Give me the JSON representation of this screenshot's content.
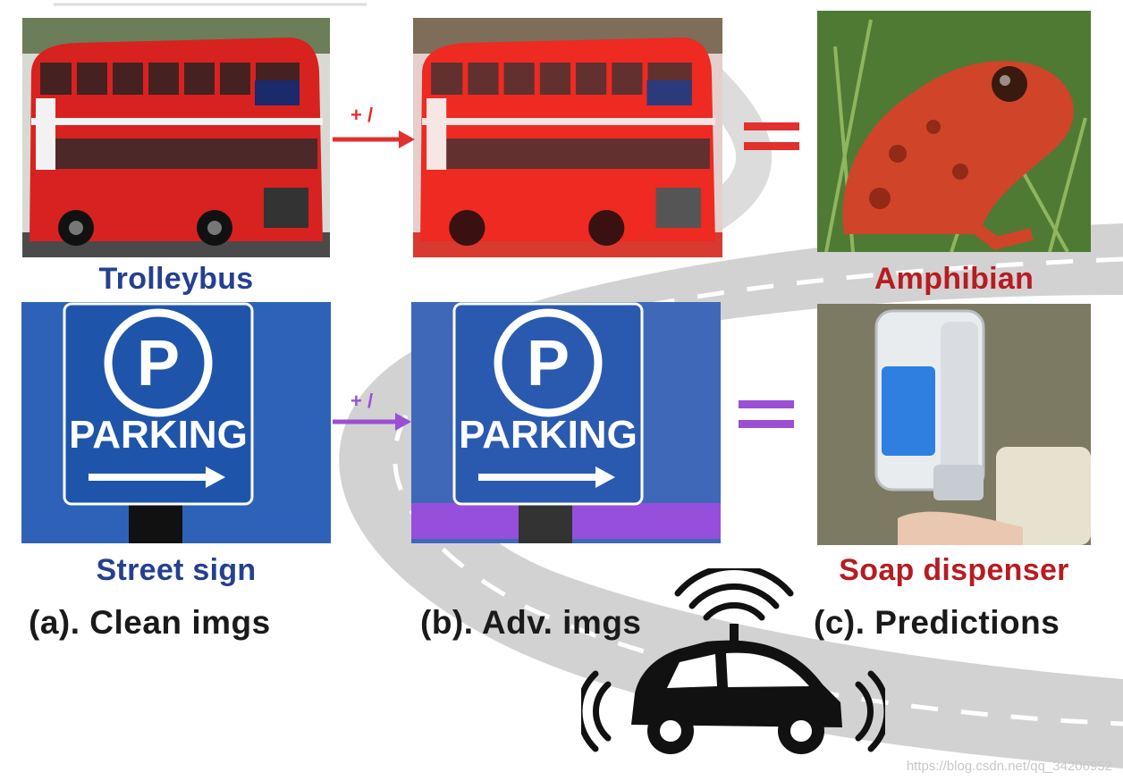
{
  "columns": {
    "clean": {
      "caption": "(a). Clean imgs"
    },
    "adversarial": {
      "caption": "(b). Adv. imgs"
    },
    "predictions": {
      "caption": "(c). Predictions"
    }
  },
  "rows": [
    {
      "clean_label": "Trolleybus",
      "prediction_label": "Amphibian",
      "perturbation_label": "+ /",
      "arrow_color": "#e0312f",
      "equals_color": "#e0312f",
      "clean_subject": "red-double-decker-bus",
      "prediction_subject": "red-frog"
    },
    {
      "clean_label": "Street sign",
      "prediction_label": "Soap dispenser",
      "perturbation_label": "+ /",
      "arrow_color": "#9b4fd4",
      "equals_color": "#9b4fd4",
      "clean_subject": "parking-sign",
      "prediction_subject": "soap-dispenser",
      "sign_text": "PARKING",
      "sign_letter": "P"
    }
  ],
  "colors": {
    "label_blue": "#25408f",
    "label_red": "#b61c22",
    "road": "#cfcfcf"
  },
  "watermark": "https://blog.csdn.net/qq_34206952"
}
